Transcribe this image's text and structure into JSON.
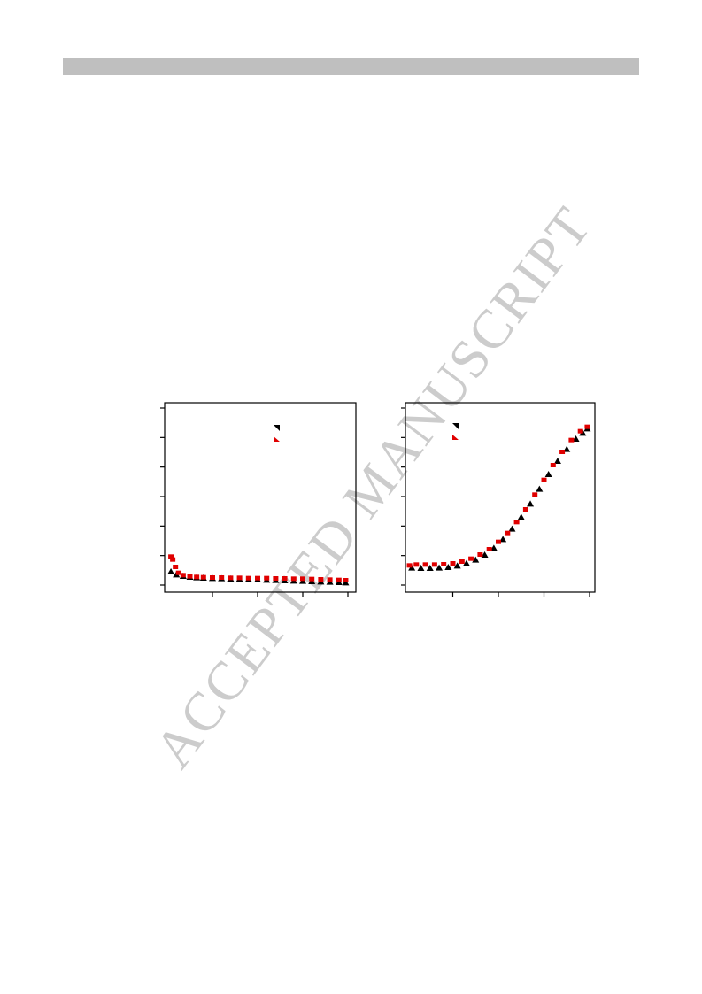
{
  "watermark": {
    "text": "ACCEPTED MANUSCRIPT"
  },
  "colors": {
    "series_a": "#000000",
    "series_b": "#e00000",
    "header_bar": "#bfbfbf",
    "watermark": "#cccccc"
  },
  "chart_data": [
    {
      "type": "scatter",
      "grid": false,
      "legend": "top-right",
      "xlim": [
        0,
        4
      ],
      "ylim": [
        0,
        6
      ],
      "xticks": [
        1,
        2,
        3,
        4
      ],
      "yticks": [
        0,
        1,
        2,
        3,
        4,
        5,
        6
      ],
      "tick_labels_visible": false,
      "series": [
        {
          "marker": "triangle",
          "x": [
            0.08,
            0.2,
            0.35,
            0.5,
            0.65,
            0.8,
            1.0,
            1.2,
            1.4,
            1.6,
            1.8,
            2.0,
            2.2,
            2.4,
            2.6,
            2.8,
            3.0,
            3.2,
            3.4,
            3.6,
            3.8,
            3.95
          ],
          "y": [
            0.45,
            0.35,
            0.3,
            0.27,
            0.25,
            0.24,
            0.23,
            0.22,
            0.21,
            0.2,
            0.19,
            0.18,
            0.17,
            0.16,
            0.15,
            0.14,
            0.13,
            0.12,
            0.11,
            0.1,
            0.09,
            0.08
          ]
        },
        {
          "marker": "square",
          "x": [
            0.08,
            0.12,
            0.18,
            0.25,
            0.35,
            0.5,
            0.65,
            0.8,
            1.0,
            1.2,
            1.4,
            1.6,
            1.8,
            2.0,
            2.2,
            2.4,
            2.6,
            2.8,
            3.0,
            3.2,
            3.4,
            3.6,
            3.8,
            3.95
          ],
          "y": [
            0.95,
            0.85,
            0.6,
            0.4,
            0.32,
            0.28,
            0.26,
            0.25,
            0.24,
            0.24,
            0.23,
            0.23,
            0.22,
            0.22,
            0.22,
            0.21,
            0.21,
            0.2,
            0.2,
            0.19,
            0.18,
            0.17,
            0.16,
            0.15
          ]
        }
      ]
    },
    {
      "type": "scatter",
      "grid": false,
      "legend": "top-left",
      "xlim": [
        0,
        4
      ],
      "ylim": [
        0,
        6
      ],
      "xticks": [
        1,
        2,
        3,
        4
      ],
      "yticks": [
        0,
        1,
        2,
        3,
        4,
        5,
        6
      ],
      "tick_labels_visible": false,
      "series": [
        {
          "marker": "triangle",
          "x": [
            0.1,
            0.3,
            0.5,
            0.7,
            0.9,
            1.1,
            1.3,
            1.5,
            1.7,
            1.9,
            2.1,
            2.3,
            2.5,
            2.7,
            2.9,
            3.1,
            3.3,
            3.5,
            3.7,
            3.85,
            3.95
          ],
          "y": [
            0.58,
            0.57,
            0.57,
            0.58,
            0.6,
            0.65,
            0.73,
            0.85,
            1.02,
            1.25,
            1.55,
            1.9,
            2.3,
            2.75,
            3.25,
            3.75,
            4.2,
            4.6,
            4.95,
            5.15,
            5.3
          ]
        },
        {
          "marker": "square",
          "x": [
            0.05,
            0.2,
            0.4,
            0.6,
            0.8,
            1.0,
            1.2,
            1.4,
            1.6,
            1.8,
            2.0,
            2.2,
            2.4,
            2.6,
            2.8,
            3.0,
            3.2,
            3.4,
            3.6,
            3.8,
            3.95
          ],
          "y": [
            0.65,
            0.68,
            0.68,
            0.68,
            0.69,
            0.72,
            0.78,
            0.88,
            1.02,
            1.2,
            1.45,
            1.75,
            2.12,
            2.55,
            3.05,
            3.55,
            4.05,
            4.5,
            4.9,
            5.2,
            5.35
          ]
        }
      ]
    }
  ]
}
